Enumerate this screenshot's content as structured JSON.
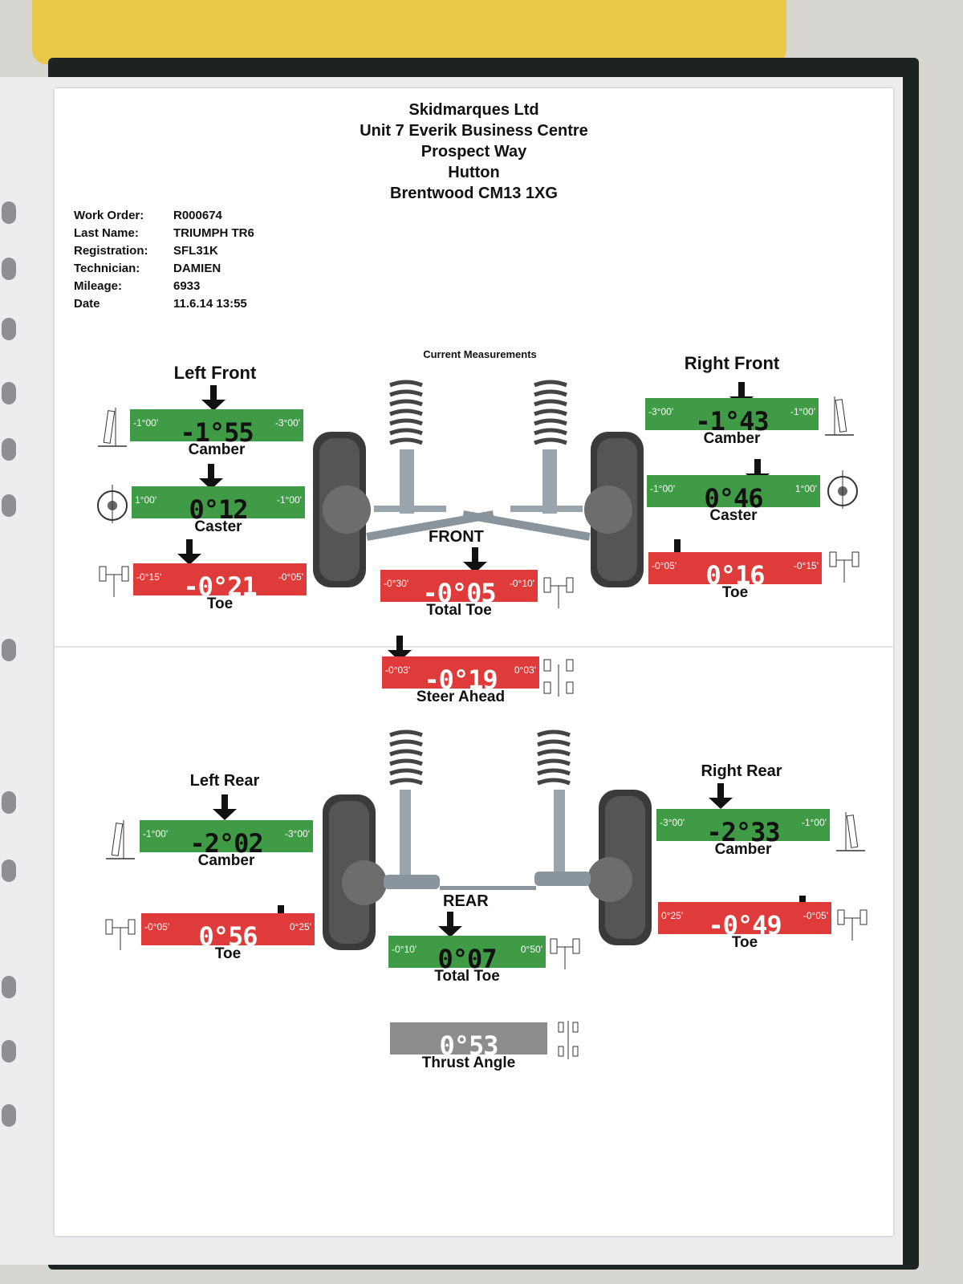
{
  "address": [
    "Skidmarques Ltd",
    "Unit 7 Everik Business Centre",
    "Prospect Way",
    "Hutton",
    "Brentwood CM13 1XG"
  ],
  "job_info": [
    {
      "label": "Work Order:",
      "value": "R000674"
    },
    {
      "label": "Last Name:",
      "value": "TRIUMPH TR6"
    },
    {
      "label": "Registration:",
      "value": "SFL31K"
    },
    {
      "label": "Technician:",
      "value": "DAMIEN"
    },
    {
      "label": "Mileage:",
      "value": "6933"
    },
    {
      "label": "Date",
      "value": "11.6.14 13:55"
    }
  ],
  "section_title": "Current Measurements",
  "headings": {
    "left_front": "Left Front",
    "right_front": "Right Front",
    "left_rear": "Left Rear",
    "right_rear": "Right Rear",
    "front": "FRONT",
    "rear": "REAR"
  },
  "gauges": {
    "lf_camber": {
      "value": "-1°55",
      "min": "-1°00'",
      "max": "-3°00'",
      "label": "Camber",
      "status": "green"
    },
    "lf_caster": {
      "value": "0°12",
      "min": "1°00'",
      "max": "-1°00'",
      "label": "Caster",
      "status": "green"
    },
    "lf_toe": {
      "value": "-0°21",
      "min": "-0°15'",
      "max": "-0°05'",
      "label": "Toe",
      "status": "red"
    },
    "rf_camber": {
      "value": "-1°43",
      "min": "-3°00'",
      "max": "-1°00'",
      "label": "Camber",
      "status": "green"
    },
    "rf_caster": {
      "value": "0°46",
      "min": "-1°00'",
      "max": "1°00'",
      "label": "Caster",
      "status": "green"
    },
    "rf_toe": {
      "value": "0°16",
      "min": "-0°05'",
      "max": "-0°15'",
      "label": "Toe",
      "status": "red"
    },
    "front_total_toe": {
      "value": "-0°05",
      "min": "-0°30'",
      "max": "-0°10'",
      "label": "Total Toe",
      "status": "red"
    },
    "steer_ahead": {
      "value": "-0°19",
      "min": "-0°03'",
      "max": "0°03'",
      "label": "Steer Ahead",
      "status": "red"
    },
    "lr_camber": {
      "value": "-2°02",
      "min": "-1°00'",
      "max": "-3°00'",
      "label": "Camber",
      "status": "green"
    },
    "lr_toe": {
      "value": "0°56",
      "min": "-0°05'",
      "max": "0°25'",
      "label": "Toe",
      "status": "red"
    },
    "rr_camber": {
      "value": "-2°33",
      "min": "-3°00'",
      "max": "-1°00'",
      "label": "Camber",
      "status": "green"
    },
    "rr_toe": {
      "value": "-0°49",
      "min": "0°25'",
      "max": "-0°05'",
      "label": "Toe",
      "status": "red"
    },
    "rear_total_toe": {
      "value": "0°07",
      "min": "-0°10'",
      "max": "0°50'",
      "label": "Total Toe",
      "status": "green"
    },
    "thrust_angle": {
      "value": "0°53",
      "min": "",
      "max": "",
      "label": "Thrust Angle",
      "status": "grey"
    }
  },
  "colors": {
    "green": "#3f9b46",
    "red": "#df3b3b",
    "grey": "#8c8c8c",
    "envelope": "#e9c94a",
    "binder": "#1d2321"
  }
}
